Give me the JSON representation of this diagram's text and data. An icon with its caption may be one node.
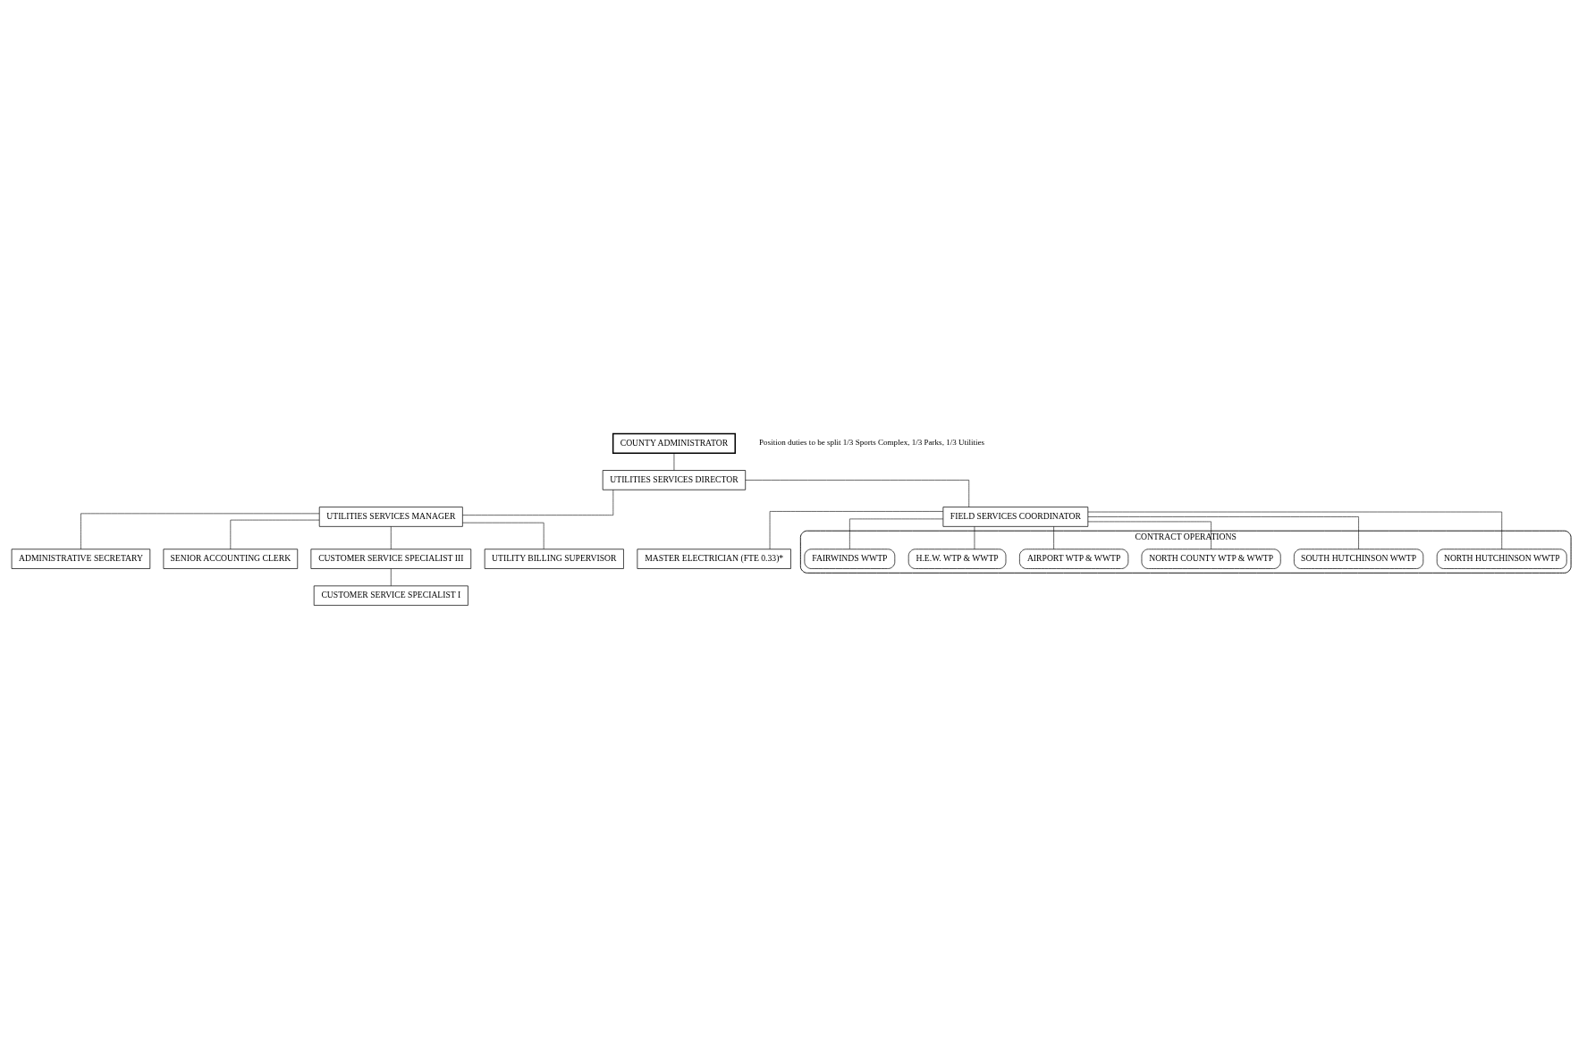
{
  "diagram": {
    "nodes": [
      {
        "text": [
          "COUNTY ADMINISTRATOR"
        ]
      },
      {
        "text": [
          "UTILITIES SERVICES DIRECTOR"
        ]
      },
      {
        "text": [
          "UTILITIES SERVICES MANAGER"
        ]
      },
      {
        "text": [
          "ADMINISTRATIVE SECRETARY"
        ]
      },
      {
        "text": [
          "SENIOR ACCOUNTING CLERK"
        ]
      },
      {
        "text": [
          "CUSTOMER SERVICE SPECIALIST III"
        ]
      },
      {
        "text": [
          "UTILITY BILLING SUPERVISOR"
        ]
      },
      {
        "text": [
          "CUSTOMER SERVICE SPECIALIST I"
        ]
      },
      {
        "text": [
          "FIELD SERVICES COORDINATOR"
        ]
      },
      {
        "text": [
          "MASTER ELECTRICIAN (FTE 0.33)*"
        ]
      },
      {
        "text": [
          "CONTRACT OPERATIONS"
        ]
      },
      {
        "text": [
          "NORTH HUTCHINSON WWTP"
        ],
        "in": 10
      },
      {
        "text": [
          "SOUTH HUTCHINSON WWTP"
        ],
        "in": 10
      },
      {
        "text": [
          "NORTH COUNTY WTP & WWTP"
        ],
        "in": 10
      },
      {
        "text": [
          "AIRPORT WTP & WWTP"
        ],
        "in": 10
      },
      {
        "text": [
          "H.E.W. WTP & WWTP"
        ],
        "in": 10
      },
      {
        "text": [
          "FAIRWINDS WWTP"
        ],
        "in": 10
      }
    ],
    "edges": [
      {
        "from": 0,
        "to": 1,
        "arrow": "none"
      },
      {
        "from": 1,
        "to": 2,
        "arrow": "none"
      },
      {
        "from": 1,
        "to": 8,
        "arrow": "none"
      },
      {
        "from": 2,
        "to": 3,
        "arrow": "none"
      },
      {
        "from": 2,
        "to": 4,
        "arrow": "none"
      },
      {
        "from": 2,
        "to": 5,
        "arrow": "none"
      },
      {
        "from": 2,
        "to": 6,
        "arrow": "none"
      },
      {
        "from": 5,
        "to": 7,
        "arrow": "none"
      },
      {
        "from": 8,
        "to": 9,
        "arrow": "none"
      },
      {
        "from": 8,
        "to": 11,
        "arrow": "none"
      },
      {
        "from": 8,
        "to": 12,
        "arrow": "none"
      },
      {
        "from": 8,
        "to": 13,
        "arrow": "none"
      },
      {
        "from": 8,
        "to": 14,
        "arrow": "none"
      },
      {
        "from": 8,
        "to": 15,
        "arrow": "none"
      },
      {
        "from": 8,
        "to": 16,
        "arrow": "none"
      }
    ],
    "labels": [
      "Position duties to be split 1/3 Sports Complex, 1/3 Parks, 1/3 Utilities"
    ]
  }
}
